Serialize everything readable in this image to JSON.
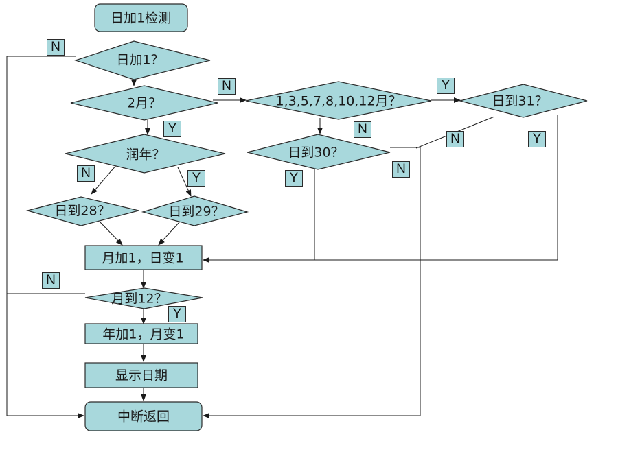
{
  "nodes": {
    "start": "日加1检测",
    "q_day_add": "日加1？",
    "q_feb": "2月？",
    "q_leap": "润年？",
    "q_day28": "日到28？",
    "q_day29": "日到29？",
    "q_big_month": "1,3,5,7,8,10,12月？",
    "q_day31": "日到31？",
    "q_day30": "日到30？",
    "act_month_inc": "月加1，日变1",
    "q_month12": "月到12？",
    "act_year_inc": "年加1，月变1",
    "act_show": "显示日期",
    "end": "中断返回"
  },
  "edge_labels": {
    "n_top": "N",
    "n_feb": "N",
    "y_feb": "Y",
    "n_leap": "N",
    "y_leap": "Y",
    "y_big": "Y",
    "n_big": "N",
    "n_31": "N",
    "y_31": "Y",
    "y_30": "Y",
    "n_30": "N",
    "n_m12": "N",
    "y_m12": "Y"
  },
  "colors": {
    "fill": "#a8d8dc",
    "stroke": "#2b2b2b",
    "line": "#1a1a1a"
  }
}
